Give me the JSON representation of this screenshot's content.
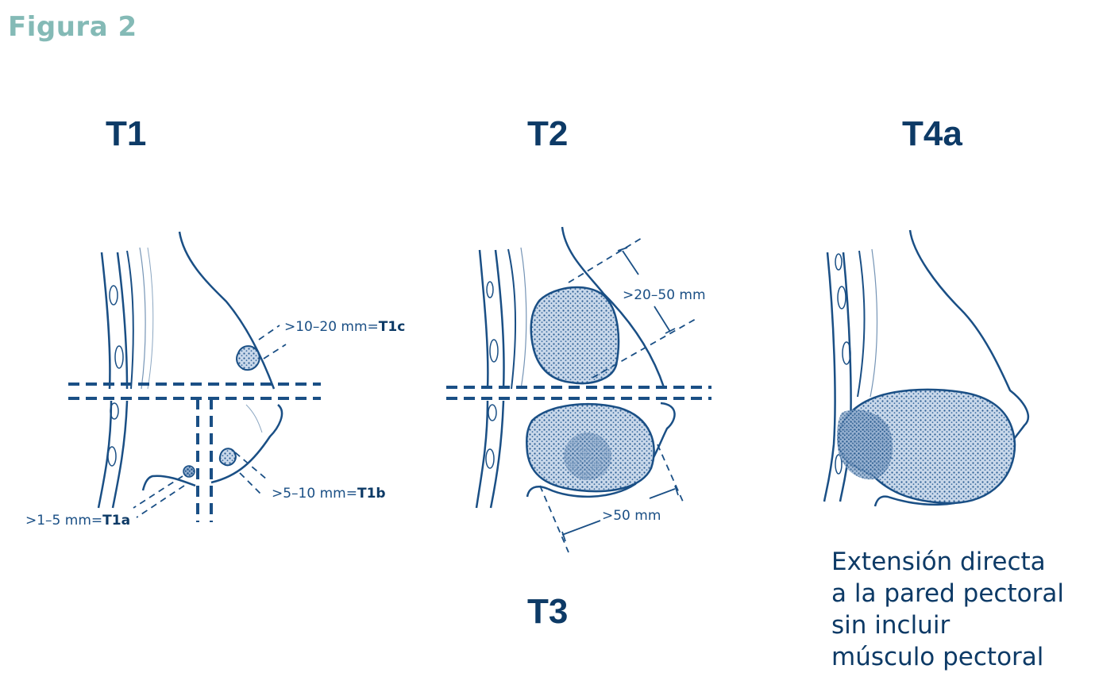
{
  "figure": {
    "title": "Figura 2"
  },
  "panels": [
    {
      "stage": "T1",
      "annotations": [
        {
          "text": ">10–20 mm=",
          "bold": "T1c"
        },
        {
          "text": ">5–10 mm=",
          "bold": "T1b"
        },
        {
          "text": ">1–5 mm=",
          "bold": "T1a"
        }
      ]
    },
    {
      "stage": "T2",
      "stage_bottom": "T3",
      "annotations": [
        {
          "text": ">20–50 mm"
        },
        {
          "text": ">50 mm"
        }
      ]
    },
    {
      "stage": "T4a",
      "description": [
        "Extensión directa",
        "a la pared pectoral",
        "sin incluir",
        "músculo pectoral"
      ]
    }
  ],
  "colors": {
    "title": "#84bab6",
    "stage": "#0d3a66",
    "drawing": "#1a4f85",
    "tumor_fill": "#6f93bd"
  }
}
